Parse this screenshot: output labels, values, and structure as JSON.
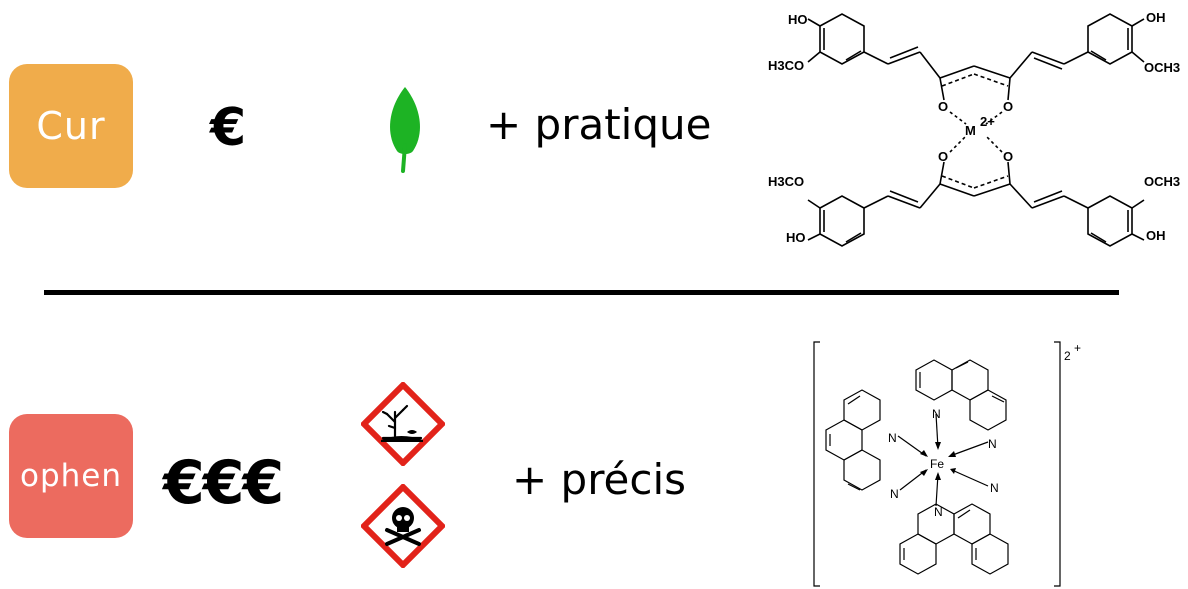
{
  "rows": [
    {
      "badge": {
        "label": "Cur",
        "color": "#F0AC4B"
      },
      "cost": "€",
      "advantage": "+ pratique",
      "icons": [
        "green-leaf-icon"
      ],
      "structure": {
        "labels": {
          "ho_top_left": "HO",
          "oh_top_right": "OH",
          "h3co_left_1": "H3CO",
          "och3_right_1": "OCH3",
          "o1": "O",
          "o2": "O",
          "o3": "O",
          "o4": "O",
          "metal": "M",
          "charge": "2+",
          "h3co_left_2": "H3CO",
          "och3_right_2": "OCH3",
          "ho_bottom_left": "HO",
          "oh_bottom_right": "OH"
        }
      }
    },
    {
      "badge": {
        "label": "ophen",
        "color": "#EC6B5F"
      },
      "cost": "€€€",
      "advantage": "+ précis",
      "icons": [
        "environment-hazard-icon",
        "toxic-skull-icon"
      ],
      "structure": {
        "labels": {
          "n1": "N",
          "n2": "N",
          "n3": "N",
          "n4": "N",
          "n5": "N",
          "n6": "N",
          "metal": "Fe",
          "charge": "2",
          "charge_sign": "+"
        }
      }
    }
  ],
  "colors": {
    "leaf": "#1DB324",
    "hazard_red": "#E2231A"
  }
}
